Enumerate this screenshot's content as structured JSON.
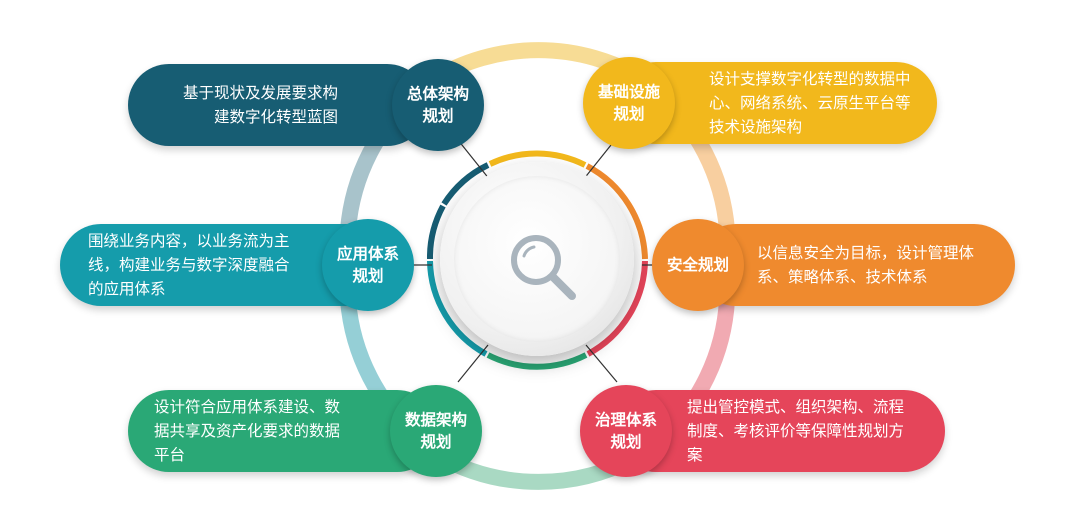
{
  "colors": {
    "navy": "#175d73",
    "teal": "#159cab",
    "green": "#2aa876",
    "yellow": "#f2b81c",
    "orange": "#ef8a2e",
    "red": "#e5455a"
  },
  "center": {
    "icon": "magnifier-icon"
  },
  "nodes": [
    {
      "title": "总体架构规划",
      "desc": "基于现状及发展要求构建数字化转型蓝图"
    },
    {
      "title": "基础设施规划",
      "desc": "设计支撑数字化转型的数据中心、网络系统、云原生平台等技术设施架构"
    },
    {
      "title": "应用体系规划",
      "desc": "围绕业务内容，以业务流为主线，构建业务与数字深度融合的应用体系"
    },
    {
      "title": "安全规划",
      "desc": "以信息安全为目标，设计管理体系、策略体系、技术体系"
    },
    {
      "title": "数据架构规划",
      "desc": "设计符合应用体系建设、数据共享及资产化要求的数据平台"
    },
    {
      "title": "治理体系规划",
      "desc": "提出管控模式、组织架构、流程制度、考核评价等保障性规划方案"
    }
  ]
}
